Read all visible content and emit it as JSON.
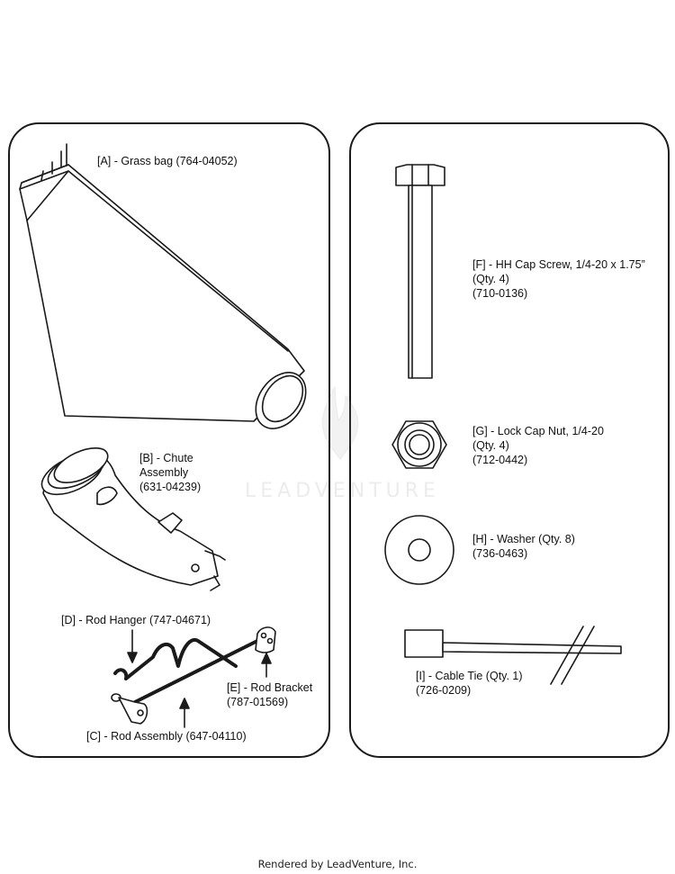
{
  "parts": {
    "grass_bag": "[A] - Grass bag (764-04052)",
    "chute_line1": "[B] - Chute",
    "chute_line2": "Assembly",
    "chute_line3": "(631-04239)",
    "rod_hanger": "[D] - Rod Hanger (747-04671)",
    "rod_bracket_line1": "[E] - Rod Bracket",
    "rod_bracket_line2": "(787-01569)",
    "rod_assembly": "[C] - Rod Assembly (647-04110)",
    "cap_screw_line1": "[F] - HH Cap Screw, 1/4-20 x 1.75”",
    "cap_screw_line2": "(Qty. 4)",
    "cap_screw_line3": "(710-0136)",
    "lock_nut_line1": "[G] - Lock Cap Nut, 1/4-20",
    "lock_nut_line2": "(Qty. 4)",
    "lock_nut_line3": "(712-0442)",
    "washer_line1": "[H] - Washer (Qty. 8)",
    "washer_line2": "(736-0463)",
    "cable_tie_line1": "[I] - Cable Tie (Qty. 1)",
    "cable_tie_line2": "(726-0209)"
  },
  "watermark": "LEADVENTURE",
  "footer": "Rendered by LeadVenture, Inc."
}
